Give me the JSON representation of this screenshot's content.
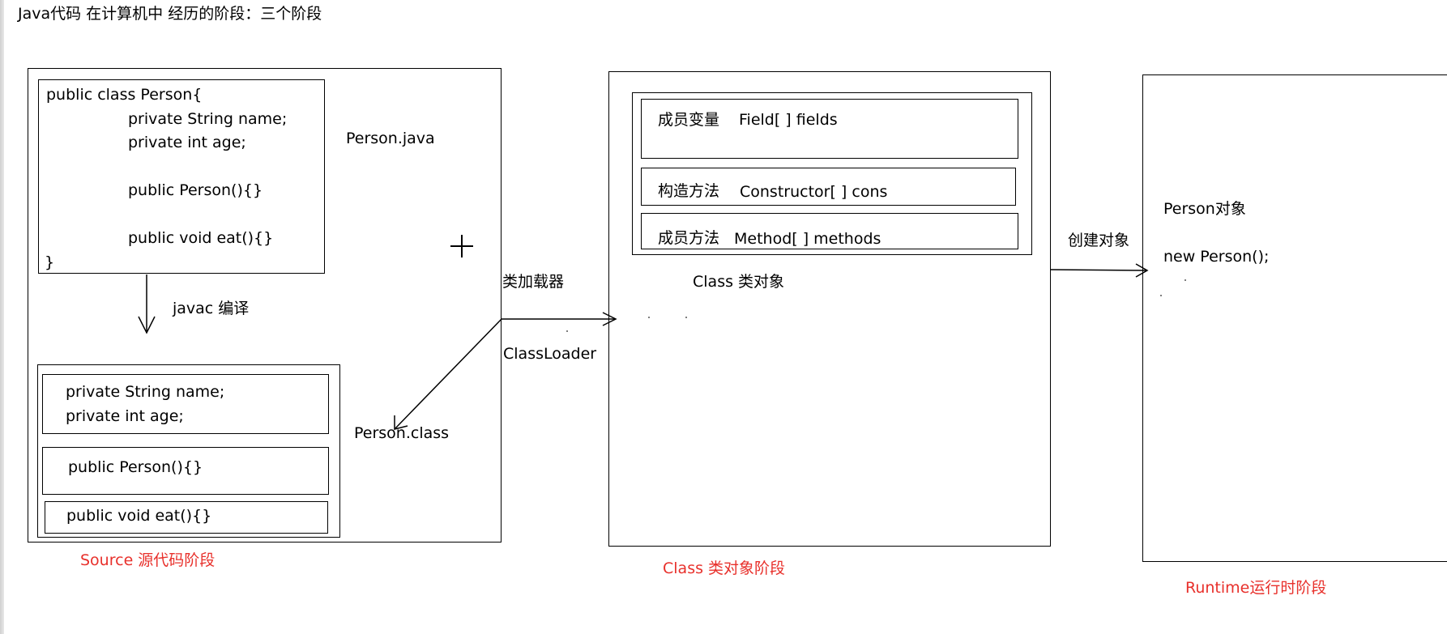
{
  "page": {
    "title": "Java代码 在计算机中 经历的阶段：三个阶段"
  },
  "source_stage": {
    "label": "Source 源代码阶段",
    "java_file_label": "Person.java",
    "class_file_label": "Person.class",
    "compile_label": "javac 编译",
    "code_lines": [
      "public class Person{",
      "private String name;",
      "private int age;",
      "public Person(){}",
      "public void eat(){}",
      "}"
    ],
    "class_file_sections": {
      "fields_line1": "private String name;",
      "fields_line2": "private int age;",
      "constructor": "public Person(){}",
      "method": "public void eat(){}"
    }
  },
  "classloader": {
    "label_cn": "类加载器",
    "label_en": "ClassLoader"
  },
  "class_stage": {
    "label": "Class 类对象阶段",
    "object_label": "Class 类对象",
    "rows": {
      "fields": {
        "cn": "成员变量",
        "en": "Field[ ] fields"
      },
      "constructors": {
        "cn": "构造方法",
        "en": "Constructor[ ] cons"
      },
      "methods": {
        "cn": "成员方法",
        "en": "Method[ ] methods"
      }
    }
  },
  "create_object": {
    "label": "创建对象"
  },
  "runtime_stage": {
    "label": "Runtime运行时阶段",
    "object_label": "Person对象",
    "new_expr": "new Person();"
  },
  "colors": {
    "stage_label": "#e8302b",
    "line": "#000000"
  }
}
